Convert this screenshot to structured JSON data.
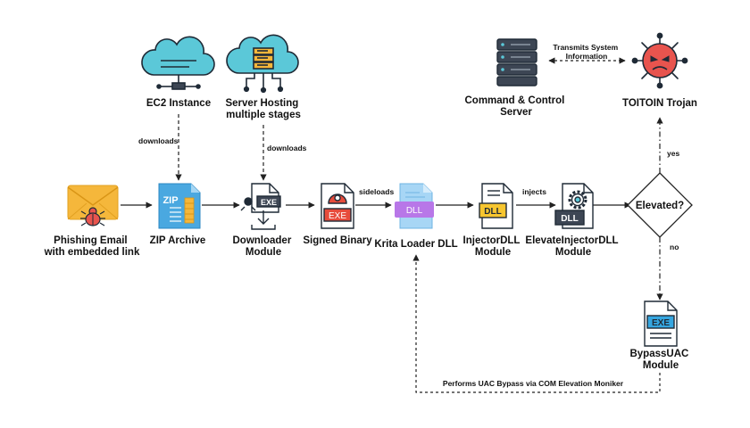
{
  "nodes": {
    "ec2": {
      "label": "EC2 Instance",
      "icon": "cloud-server-icon"
    },
    "server_hosting": {
      "label_lines": [
        "Server Hosting",
        "multiple stages"
      ],
      "icon": "cloud-network-icon"
    },
    "c2": {
      "label_lines": [
        "Command & Control",
        "Server"
      ],
      "icon": "server-rack-icon"
    },
    "trojan": {
      "label": "TOITOIN Trojan",
      "icon": "virus-icon"
    },
    "phishing": {
      "label_lines": [
        "Phishing Email",
        "with embedded link"
      ],
      "icon": "malicious-email-icon"
    },
    "zip": {
      "label": "ZIP Archive",
      "icon": "zip-file-icon",
      "badge": "ZIP"
    },
    "downloader": {
      "label_lines": [
        "Downloader",
        "Module"
      ],
      "icon": "exe-download-icon",
      "badge": "EXE"
    },
    "signed": {
      "label": "Signed Binary",
      "icon": "signed-exe-icon",
      "badge": "EXE"
    },
    "krita": {
      "label": "Krita Loader DLL",
      "icon": "dll-file-icon",
      "badge": "DLL"
    },
    "injector": {
      "label_lines": [
        "InjectorDLL",
        "Module"
      ],
      "icon": "dll-file-icon",
      "badge": "DLL"
    },
    "elevate": {
      "label_lines": [
        "ElevateInjectorDLL",
        "Module"
      ],
      "icon": "dll-gear-icon",
      "badge": "DLL"
    },
    "decision": {
      "label": "Elevated?"
    },
    "bypass": {
      "label_lines": [
        "BypassUAC",
        "Module"
      ],
      "icon": "exe-file-icon",
      "badge": "EXE"
    }
  },
  "edges": {
    "downloads_1": "downloads",
    "downloads_2": "downloads",
    "sideloads": "sideloads",
    "injects": "injects",
    "yes": "yes",
    "no": "no",
    "transmits": [
      "Transmits System",
      "Information"
    ],
    "uac_bypass": "Performs UAC Bypass via COM Elevation Moniker"
  },
  "colors": {
    "cloud": "#5bc8d8",
    "server": "#3d4654",
    "virus": "#e8544e",
    "email": "#f5b73b",
    "zip": "#4aa8e0",
    "exe_red": "#e74c3c",
    "dll_purple": "#b877e8",
    "dll_yellow": "#f7c62f",
    "dll_gray": "#3d4654",
    "exe_blue": "#35a6e0"
  }
}
